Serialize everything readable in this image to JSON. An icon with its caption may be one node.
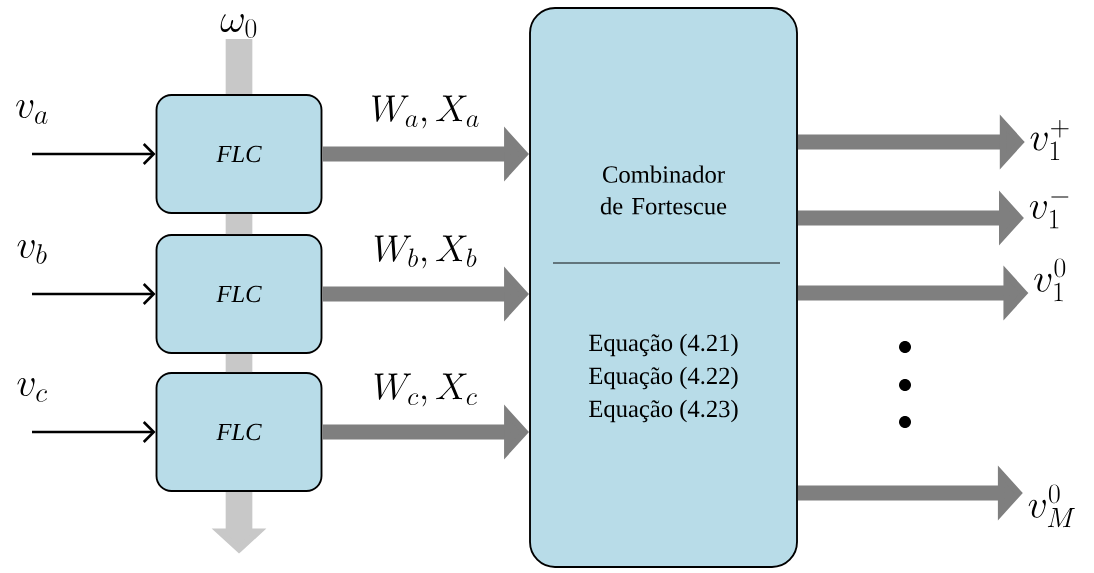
{
  "diagram": {
    "nodes": [
      {
        "text": [
          "FLC"
        ]
      },
      {
        "text": [
          "FLC"
        ]
      },
      {
        "text": [
          "FLC"
        ]
      },
      {
        "text": [
          "Combinador de Fortescue",
          "Equação (4.21)",
          "Equação (4.22)",
          "Equação (4.23)"
        ]
      },
      {
        "text": [
          "v_{a}"
        ]
      },
      {
        "text": [
          "v_{b}"
        ]
      },
      {
        "text": [
          "v_{c}"
        ]
      },
      {
        "text": [
          "v_{1}^{+}"
        ]
      },
      {
        "text": [
          "v_{1}^{-}"
        ]
      },
      {
        "text": [
          "v_{1}^{0}"
        ]
      },
      {
        "text": [
          "v_{M}^{0}"
        ]
      },
      {
        "text": [
          "\\omega_{0}"
        ]
      }
    ],
    "edges": [
      {
        "from": 4,
        "to": 0,
        "arrow": "to",
        "color": "#000000"
      },
      {
        "from": 5,
        "to": 1,
        "arrow": "to",
        "color": "#000000"
      },
      {
        "from": 6,
        "to": 2,
        "arrow": "to",
        "color": "#000000"
      },
      {
        "from": 0,
        "to": 3,
        "arrow": "to",
        "label": "W_{a},X_{a}"
      },
      {
        "from": 1,
        "to": 3,
        "arrow": "to",
        "label": "W_{b},X_{b}"
      },
      {
        "from": 2,
        "to": 3,
        "arrow": "to",
        "label": "W_{c},X_{c}"
      },
      {
        "from": 3,
        "to": 7,
        "arrow": "to"
      },
      {
        "from": 3,
        "to": 8,
        "arrow": "to"
      },
      {
        "from": 3,
        "to": 9,
        "arrow": "to"
      },
      {
        "from": 3,
        "to": 10,
        "arrow": "to"
      },
      {
        "from": 11,
        "to": 0,
        "arrow": "none",
        "color": "#c8c8c8"
      },
      {
        "from": 0,
        "to": 1,
        "arrow": "none",
        "color": "#c8c8c8"
      },
      {
        "from": 1,
        "to": 2,
        "arrow": "none",
        "color": "#c8c8c8"
      },
      {
        "from": 2,
        "to": null,
        "arrow": "to",
        "color": "#c8c8c8"
      }
    ]
  }
}
